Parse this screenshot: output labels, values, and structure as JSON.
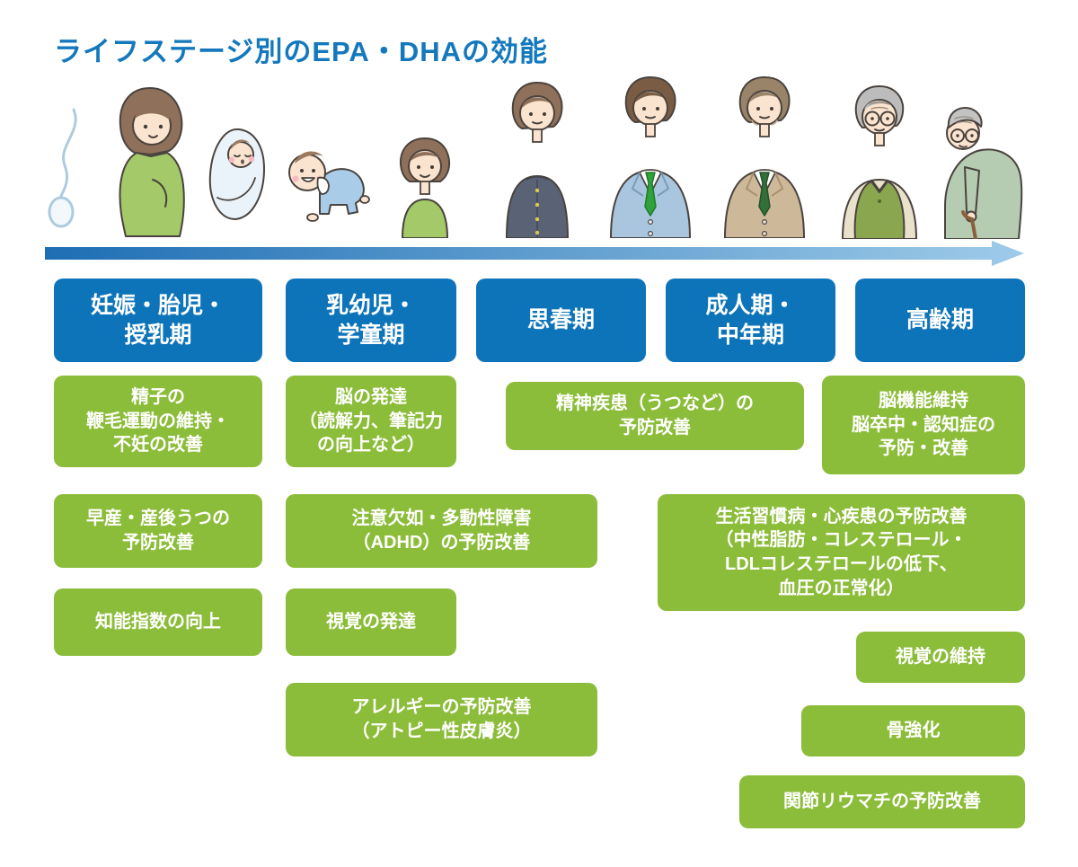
{
  "title": "ライフステージ別のEPA・DHAの効能",
  "colors": {
    "title_blue": "#1478bd",
    "stage_box_blue": "#0e74ba",
    "benefit_box_green": "#8cbd3a",
    "arrow_gradient_start": "#1e6eb4",
    "arrow_gradient_end": "#9ecbe9"
  },
  "figures": [
    {
      "name": "sperm"
    },
    {
      "name": "pregnant-woman"
    },
    {
      "name": "swaddled-newborn"
    },
    {
      "name": "crawling-baby"
    },
    {
      "name": "young-child"
    },
    {
      "name": "teenager"
    },
    {
      "name": "adult-man"
    },
    {
      "name": "middle-aged-man"
    },
    {
      "name": "elderly-man"
    },
    {
      "name": "senior-with-cane"
    }
  ],
  "stages": [
    {
      "label": "妊娠・胎児・\n授乳期"
    },
    {
      "label": "乳幼児・\n学童期"
    },
    {
      "label": "思春期"
    },
    {
      "label": "成人期・\n中年期"
    },
    {
      "label": "高齢期"
    }
  ],
  "benefits": [
    {
      "text": "精子の\n鞭毛運動の維持・\n不妊の改善"
    },
    {
      "text": "早産・産後うつの\n予防改善"
    },
    {
      "text": "知能指数の向上"
    },
    {
      "text": "脳の発達\n（読解力、筆記力\nの向上など）"
    },
    {
      "text": "注意欠如・多動性障害\n（ADHD）の予防改善"
    },
    {
      "text": "視覚の発達"
    },
    {
      "text": "アレルギーの予防改善\n（アトピー性皮膚炎）"
    },
    {
      "text": "精神疾患（うつなど）の\n予防改善"
    },
    {
      "text": "脳機能維持\n脳卒中・認知症の\n予防・改善"
    },
    {
      "text": "生活習慣病・心疾患の予防改善\n（中性脂肪・コレステロール・\nLDLコレステロールの低下、\n血圧の正常化）"
    },
    {
      "text": "視覚の維持"
    },
    {
      "text": "骨強化"
    },
    {
      "text": "関節リウマチの予防改善"
    }
  ]
}
